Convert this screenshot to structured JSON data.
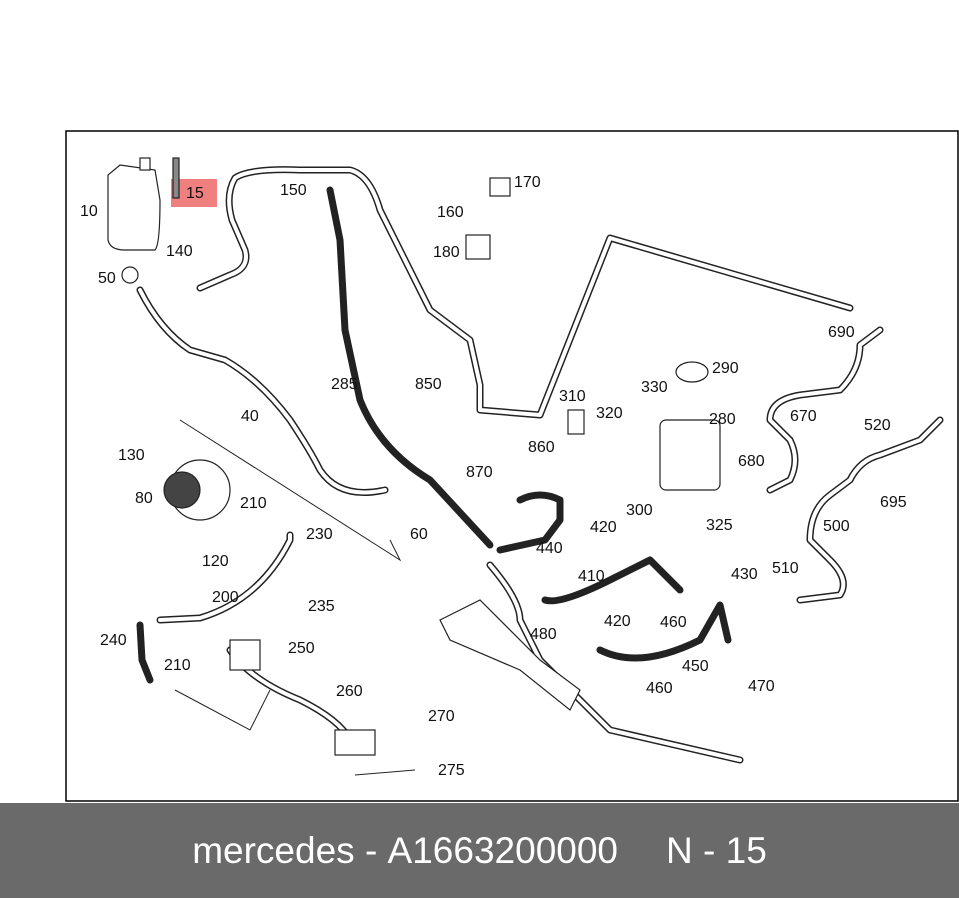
{
  "colors": {
    "footer_bg": "#6a6a6a",
    "footer_text": "#ffffff",
    "highlight": "#f08080",
    "frame": "#000000",
    "line": "#222222",
    "hose_fill": "#ffffff"
  },
  "diagram": {
    "labels": [
      "10",
      "15",
      "140",
      "50",
      "150",
      "285",
      "170",
      "160",
      "180",
      "690",
      "290",
      "330",
      "280",
      "310",
      "320",
      "850",
      "860",
      "870",
      "520",
      "670",
      "680",
      "300",
      "325",
      "695",
      "500",
      "40",
      "130",
      "80",
      "210",
      "230",
      "120",
      "60",
      "200",
      "235",
      "440",
      "420",
      "410",
      "430",
      "510",
      "240",
      "250",
      "480",
      "460",
      "450",
      "210",
      "420",
      "460",
      "470",
      "260",
      "270",
      "275"
    ]
  },
  "footer": {
    "brand": "mercedes",
    "separator": "-",
    "part_number": "A1663200000",
    "page_ref": "N - 15"
  }
}
